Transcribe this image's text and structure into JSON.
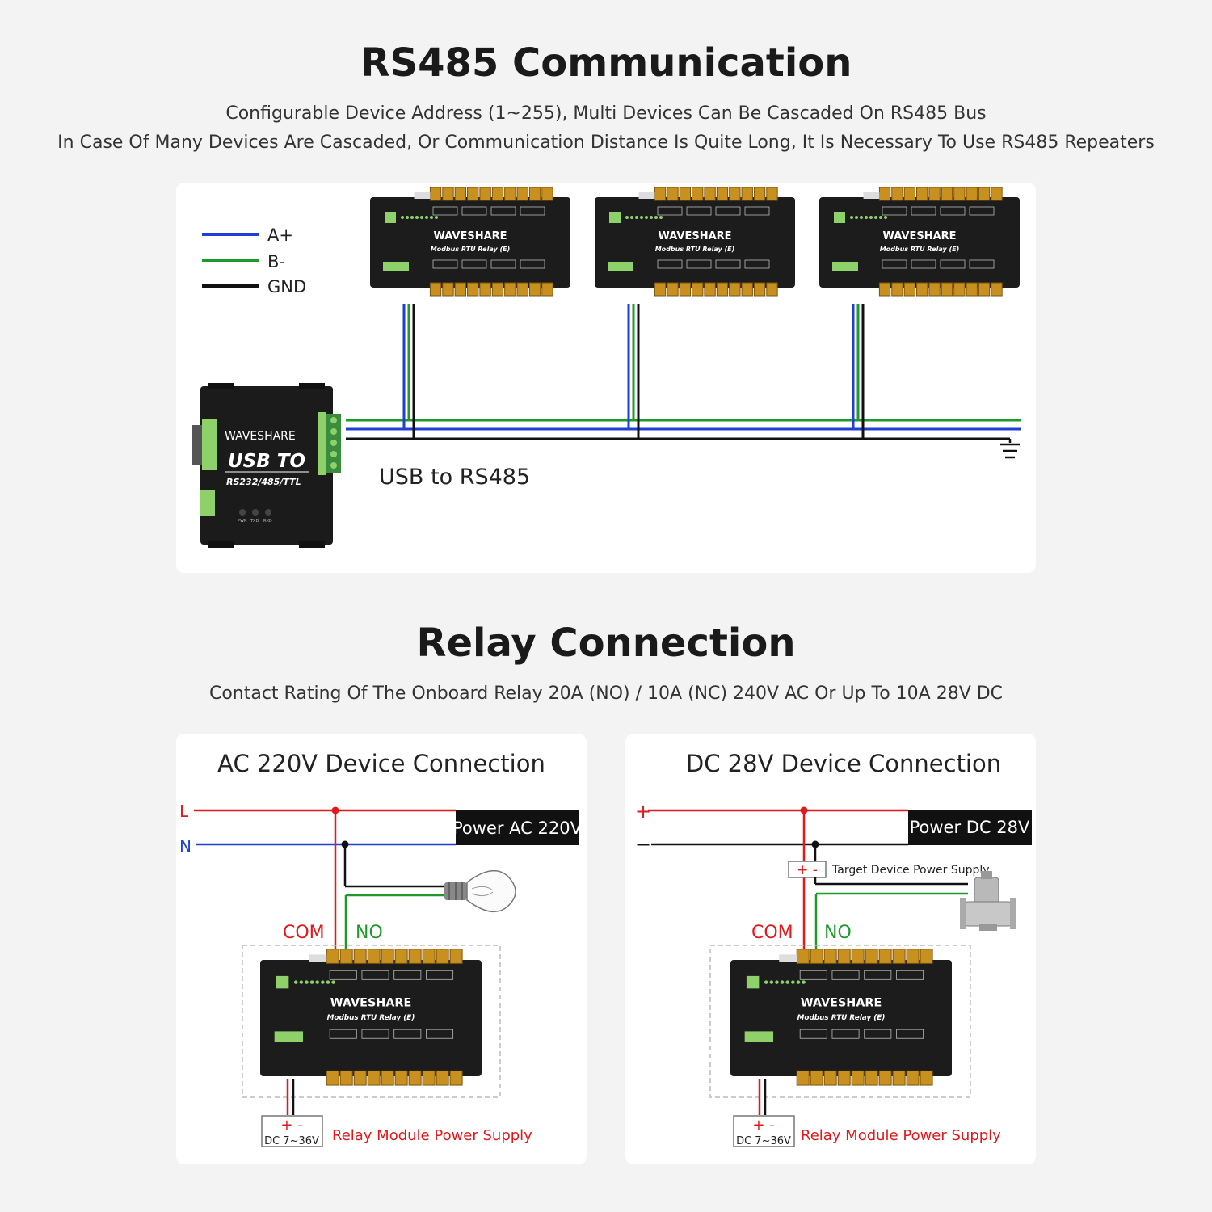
{
  "rs485": {
    "title": "RS485 Communication",
    "subtitle1": "Configurable Device Address (1~255), Multi Devices Can Be Cascaded On RS485 Bus",
    "subtitle2": "In Case Of Many Devices Are Cascaded, Or Communication Distance Is Quite Long, It Is Necessary To Use RS485 Repeaters",
    "legend": [
      {
        "label": "A+",
        "color": "#1f3fd6"
      },
      {
        "label": "B-",
        "color": "#1f9a2a"
      },
      {
        "label": "GND",
        "color": "#111111"
      }
    ],
    "converter": {
      "brand": "WAVESHARE",
      "line1": "USB TO",
      "line2": "RS232/485/TTL",
      "leds": [
        "PWR",
        "TXD",
        "RXD"
      ],
      "label": "USB to RS485"
    },
    "module": {
      "brand": "WAVESHARE",
      "model": "Modbus RTU Relay (E)"
    }
  },
  "relay": {
    "title": "Relay Connection",
    "subtitle": "Contact Rating Of The Onboard Relay 20A (NO) / 10A (NC) 240V AC Or Up To 10A 28V DC",
    "ac": {
      "title": "AC 220V Device Connection",
      "line_l": "L",
      "line_n": "N",
      "power_label": "Power AC 220V",
      "com": "COM",
      "no": "NO",
      "supply_signs": "+ -",
      "supply_range": "DC 7~36V",
      "supply_label": "Relay Module Power Supply"
    },
    "dc": {
      "title": "DC 28V Device Connection",
      "line_plus": "+",
      "line_minus": "−",
      "power_label": "Power DC 28V",
      "target_signs": "+ -",
      "target_label": "Target Device Power Supply",
      "com": "COM",
      "no": "NO",
      "supply_signs": "+ -",
      "supply_range": "DC 7~36V",
      "supply_label": "Relay Module Power Supply"
    }
  }
}
